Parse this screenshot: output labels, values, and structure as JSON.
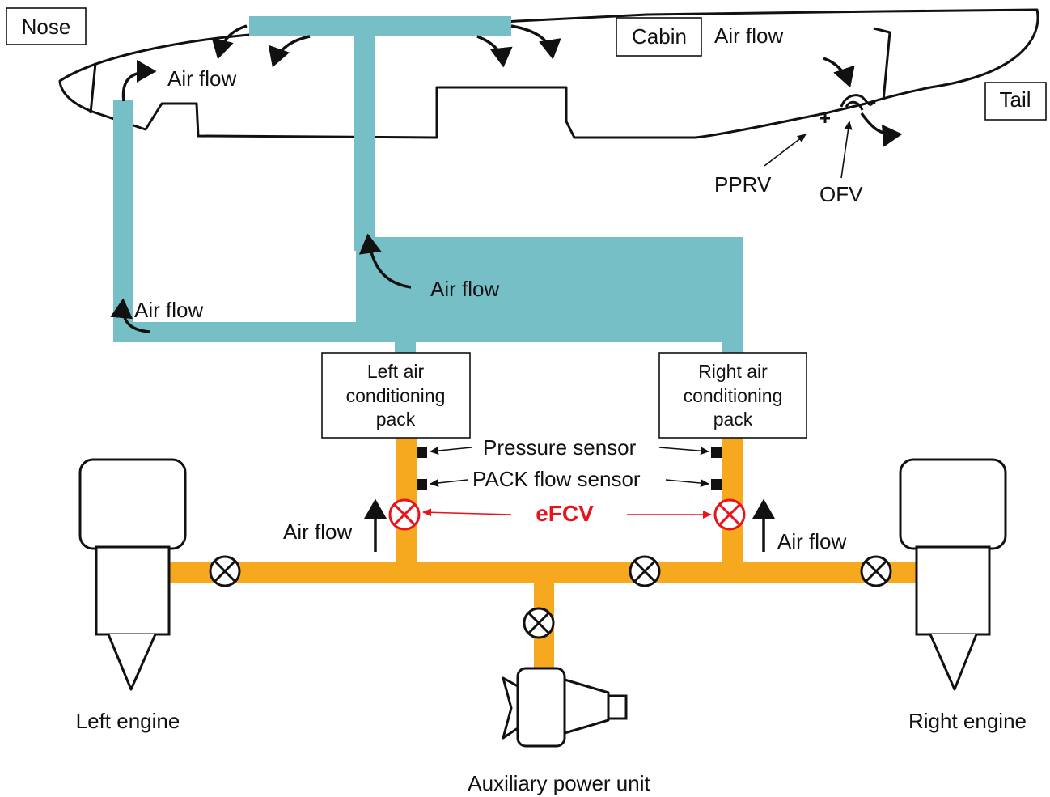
{
  "labels": {
    "nose": "Nose",
    "cabin": "Cabin",
    "tail": "Tail",
    "air_flow": "Air flow",
    "pprv": "PPRV",
    "ofv": "OFV",
    "left_pack": [
      "Left air",
      "conditioning",
      "pack"
    ],
    "right_pack": [
      "Right air",
      "conditioning",
      "pack"
    ],
    "pressure_sensor": "Pressure sensor",
    "pack_flow_sensor": "PACK flow sensor",
    "efcv": "eFCV",
    "left_engine": "Left engine",
    "right_engine": "Right engine",
    "apu": "Auxiliary power unit"
  },
  "colors": {
    "air_duct": "#76bfc6",
    "bleed_duct": "#f6a81f",
    "efcv": "#e8141a",
    "outline": "#111111"
  }
}
